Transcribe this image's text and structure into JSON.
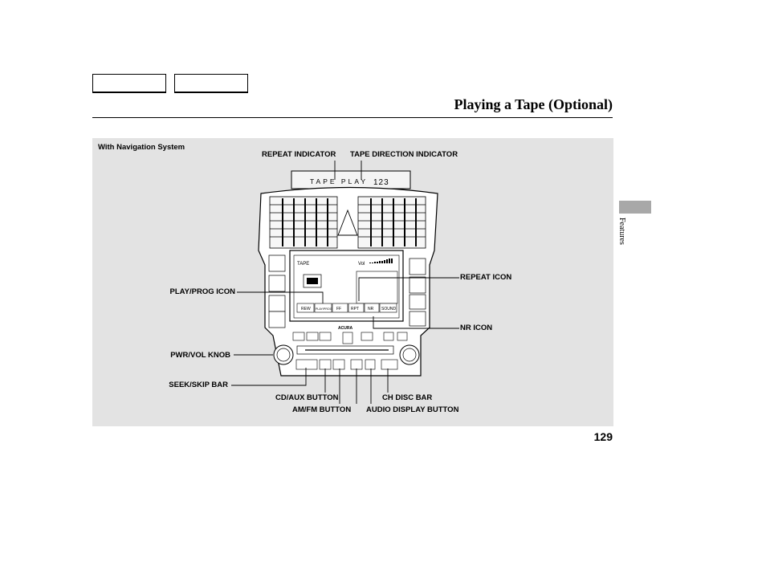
{
  "page": {
    "title": "Playing a Tape (Optional)",
    "section_tab": "Features",
    "page_number": "129"
  },
  "figure": {
    "caption": "With Navigation System",
    "callouts": {
      "repeat_indicator": "REPEAT INDICATOR",
      "tape_direction_indicator": "TAPE DIRECTION INDICATOR",
      "repeat_icon": "REPEAT ICON",
      "play_prog_icon": "PLAY/PROG ICON",
      "nr_icon": "NR ICON",
      "pwr_vol_knob": "PWR/VOL KNOB",
      "seek_skip_bar": "SEEK/SKIP BAR",
      "cd_aux_button": "CD/AUX BUTTON",
      "ch_disc_bar": "CH DISC BAR",
      "am_fm_button": "AM/FM BUTTON",
      "audio_display_button": "AUDIO DISPLAY BUTTON"
    },
    "console": {
      "display_text": "TAPE PLAY",
      "display_number": "123",
      "screen_mode": "TAPE",
      "volume_label": "Vol",
      "brand": "ACURA",
      "softkeys": [
        "REW",
        "PLAY/PROG",
        "FF",
        "RPT",
        "NR",
        "SOUND"
      ]
    }
  }
}
